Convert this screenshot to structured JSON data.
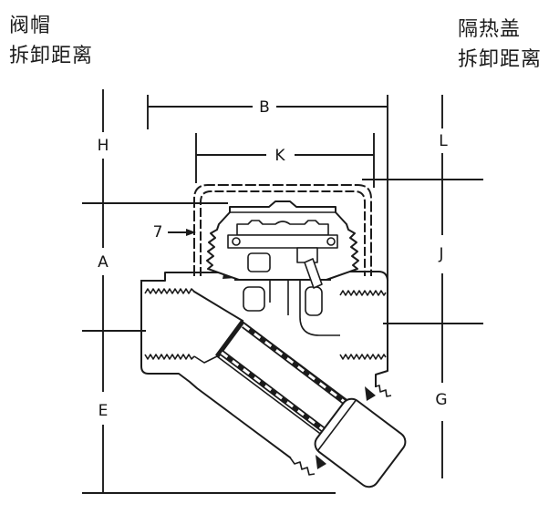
{
  "page": {
    "background": "#ffffff",
    "ink_color": "#1b1b1b",
    "description": "Cross-section engineering drawing of a thermodynamic steam trap with Y-strainer, showing removal-clearance and overall dimensions"
  },
  "annotations": {
    "bonnet_clearance": {
      "line1": "阀帽",
      "line2": "拆卸距离"
    },
    "insulation_cover_clearance": {
      "line1": "隔热盖",
      "line2": "拆卸距离"
    }
  },
  "dimension_labels": {
    "overall_length": "B",
    "cover_width": "K",
    "top_clearance_height": "H",
    "upper_body_height": "A",
    "lower_body_height": "E",
    "cover_top_clearance": "L",
    "cover_side_height": "J",
    "strainer_bottom_clearance": "G"
  },
  "callouts": {
    "part_number_7": "7"
  }
}
